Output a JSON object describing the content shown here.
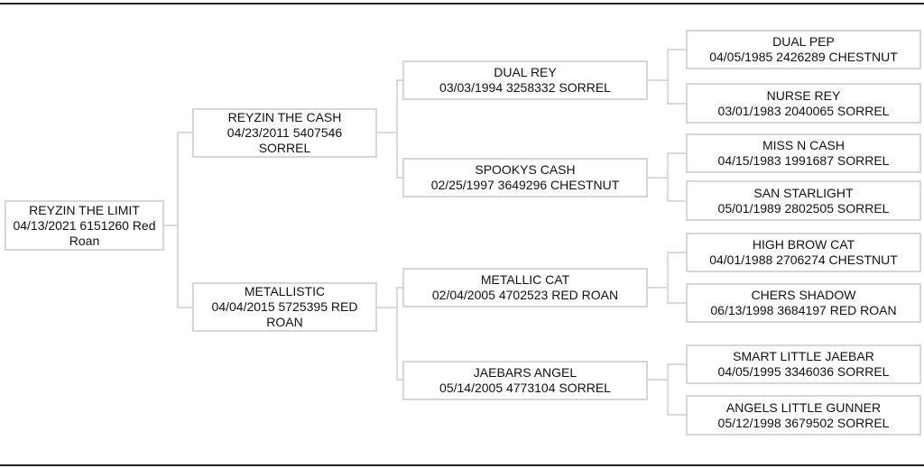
{
  "pedigree": {
    "subject": {
      "name": "REYZIN THE LIMIT",
      "details_line1": "04/13/2021 6151260 Red",
      "details_line2": "Roan"
    },
    "sire": {
      "name": "REYZIN THE CASH",
      "details_line1": "04/23/2011 5407546",
      "details_line2": "SORREL"
    },
    "dam": {
      "name": "METALLISTIC",
      "details_line1": "04/04/2015 5725395 RED",
      "details_line2": "ROAN"
    },
    "generation2": [
      {
        "name": "DUAL REY",
        "details": "03/03/1994 3258332 SORREL"
      },
      {
        "name": "SPOOKYS CASH",
        "details": "02/25/1997 3649296 CHESTNUT"
      },
      {
        "name": "METALLIC CAT",
        "details": "02/04/2005 4702523 RED ROAN"
      },
      {
        "name": "JAEBARS ANGEL",
        "details": "05/14/2005 4773104 SORREL"
      }
    ],
    "generation3": [
      {
        "name": "DUAL PEP",
        "details": "04/05/1985 2426289 CHESTNUT"
      },
      {
        "name": "NURSE REY",
        "details": "03/01/1983 2040065 SORREL"
      },
      {
        "name": "MISS N CASH",
        "details": "04/15/1983 1991687 SORREL"
      },
      {
        "name": "SAN STARLIGHT",
        "details": "05/01/1989 2802505 SORREL"
      },
      {
        "name": "HIGH BROW CAT",
        "details": "04/01/1988 2706274 CHESTNUT"
      },
      {
        "name": "CHERS SHADOW",
        "details": "06/13/1998 3684197 RED ROAN"
      },
      {
        "name": "SMART LITTLE JAEBAR",
        "details": "04/05/1995 3346036 SORREL"
      },
      {
        "name": "ANGELS LITTLE GUNNER",
        "details": "05/12/1998 3679502 SORREL"
      }
    ]
  },
  "colors": {
    "box_border": "#d6d6d6",
    "connector": "#d9d9d9",
    "rule": "#222222",
    "text": "#111111"
  }
}
